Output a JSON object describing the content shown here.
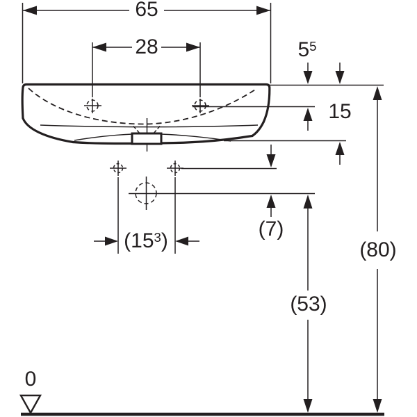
{
  "drawing": {
    "labels": {
      "overall_width": "65",
      "taphole_spacing": "28",
      "rim_to_taphole": {
        "main": "5",
        "sup": "5"
      },
      "front_height": "15",
      "fixing_hole_spacing": {
        "pre": "(15",
        "sup": "3",
        "post": ")"
      },
      "fixing_to_outlet": "(7)",
      "outlet_height": "(53)",
      "rim_height": "(80)",
      "floor_datum": "0"
    },
    "colors": {
      "line": "#231f20",
      "background": "#ffffff"
    }
  }
}
